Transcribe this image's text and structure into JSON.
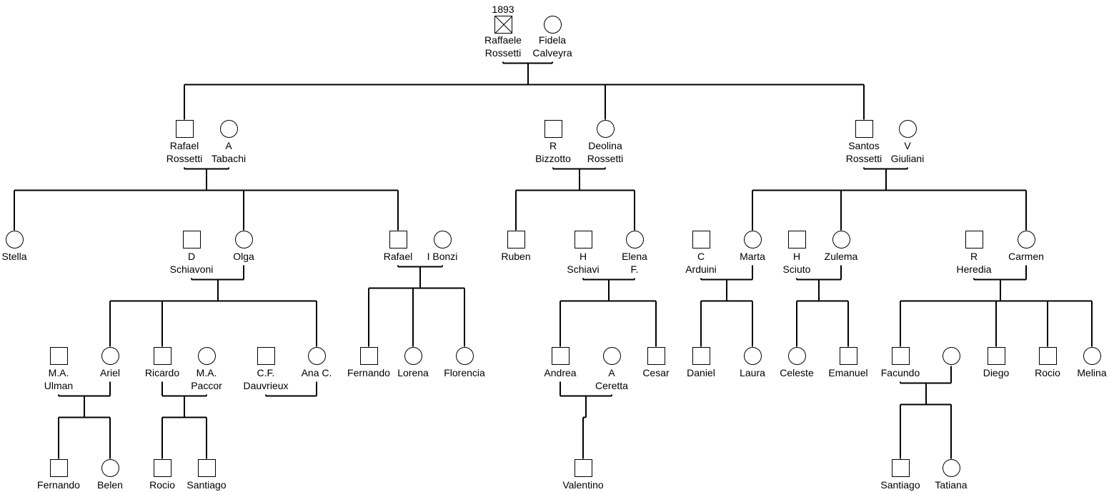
{
  "colors": {
    "line": "#000000",
    "background": "#ffffff"
  },
  "people": {
    "raffaele": {
      "name": [
        "Raffaele",
        "Rossetti"
      ],
      "sex": "male",
      "deceased": true,
      "year": "1893"
    },
    "fidela": {
      "name": [
        "Fidela",
        "Calveyra"
      ],
      "sex": "female"
    },
    "rafael_r": {
      "name": [
        "Rafael",
        "Rossetti"
      ],
      "sex": "male"
    },
    "a_tabachi": {
      "name": [
        "A",
        "Tabachi"
      ],
      "sex": "female"
    },
    "r_bizzotto": {
      "name": [
        "R",
        "Bizzotto"
      ],
      "sex": "male"
    },
    "deolina": {
      "name": [
        "Deolina",
        "Rossetti"
      ],
      "sex": "female"
    },
    "santos": {
      "name": [
        "Santos",
        "Rossetti"
      ],
      "sex": "male"
    },
    "v_giuliani": {
      "name": [
        "V",
        "Giuliani"
      ],
      "sex": "female"
    },
    "stella": {
      "name": [
        "Stella"
      ],
      "sex": "female"
    },
    "d_schiavoni": {
      "name": [
        "D",
        "Schiavoni"
      ],
      "sex": "male"
    },
    "olga": {
      "name": [
        "Olga"
      ],
      "sex": "female"
    },
    "rafael_jr": {
      "name": [
        "Rafael"
      ],
      "sex": "male"
    },
    "i_bonzi": {
      "name": [
        "I Bonzi"
      ],
      "sex": "female"
    },
    "ruben": {
      "name": [
        "Ruben"
      ],
      "sex": "male"
    },
    "h_schiavi": {
      "name": [
        "H",
        "Schiavi"
      ],
      "sex": "male"
    },
    "elena": {
      "name": [
        "Elena",
        "F."
      ],
      "sex": "female"
    },
    "c_arduini": {
      "name": [
        "C",
        "Arduini"
      ],
      "sex": "male"
    },
    "marta": {
      "name": [
        "Marta"
      ],
      "sex": "female"
    },
    "h_sciuto": {
      "name": [
        "H",
        "Sciuto"
      ],
      "sex": "male"
    },
    "zulema": {
      "name": [
        "Zulema"
      ],
      "sex": "female"
    },
    "r_heredia": {
      "name": [
        "R",
        "Heredia"
      ],
      "sex": "male"
    },
    "carmen": {
      "name": [
        "Carmen"
      ],
      "sex": "female"
    },
    "ma_ulman": {
      "name": [
        "M.A.",
        "Ulman"
      ],
      "sex": "male"
    },
    "ariel": {
      "name": [
        "Ariel"
      ],
      "sex": "female"
    },
    "ricardo": {
      "name": [
        "Ricardo"
      ],
      "sex": "male"
    },
    "ma_paccor": {
      "name": [
        "M.A.",
        "Paccor"
      ],
      "sex": "female"
    },
    "cf_dauvrieux": {
      "name": [
        "C.F.",
        "Dauvrieux"
      ],
      "sex": "male"
    },
    "ana_c": {
      "name": [
        "Ana C."
      ],
      "sex": "female"
    },
    "fernando_b": {
      "name": [
        "Fernando"
      ],
      "sex": "male"
    },
    "lorena": {
      "name": [
        "Lorena"
      ],
      "sex": "female"
    },
    "florencia": {
      "name": [
        "Florencia"
      ],
      "sex": "female"
    },
    "andrea": {
      "name": [
        "Andrea"
      ],
      "sex": "male"
    },
    "a_ceretta": {
      "name": [
        "A",
        "Ceretta"
      ],
      "sex": "female"
    },
    "cesar": {
      "name": [
        "Cesar"
      ],
      "sex": "male"
    },
    "daniel": {
      "name": [
        "Daniel"
      ],
      "sex": "male"
    },
    "laura": {
      "name": [
        "Laura"
      ],
      "sex": "female"
    },
    "celeste": {
      "name": [
        "Celeste"
      ],
      "sex": "female"
    },
    "emanuel": {
      "name": [
        "Emanuel"
      ],
      "sex": "male"
    },
    "facundo": {
      "name": [
        "Facundo"
      ],
      "sex": "male"
    },
    "facundo_wife": {
      "name": [],
      "sex": "female"
    },
    "diego": {
      "name": [
        "Diego"
      ],
      "sex": "male"
    },
    "rocio_h": {
      "name": [
        "Rocio"
      ],
      "sex": "male"
    },
    "melina": {
      "name": [
        "Melina"
      ],
      "sex": "female"
    },
    "fernando_u": {
      "name": [
        "Fernando"
      ],
      "sex": "male"
    },
    "belen": {
      "name": [
        "Belen"
      ],
      "sex": "female"
    },
    "rocio_r": {
      "name": [
        "Rocio"
      ],
      "sex": "male"
    },
    "santiago_r": {
      "name": [
        "Santiago"
      ],
      "sex": "male"
    },
    "valentino": {
      "name": [
        "Valentino"
      ],
      "sex": "male"
    },
    "santiago_f": {
      "name": [
        "Santiago"
      ],
      "sex": "male"
    },
    "tatiana": {
      "name": [
        "Tatiana"
      ],
      "sex": "female"
    }
  },
  "unions": [
    {
      "partners": [
        "raffaele",
        "fidela"
      ],
      "children": [
        "rafael_r",
        "deolina",
        "santos"
      ]
    },
    {
      "partners": [
        "rafael_r",
        "a_tabachi"
      ],
      "children": [
        "stella",
        "olga",
        "rafael_jr"
      ]
    },
    {
      "partners": [
        "r_bizzotto",
        "deolina"
      ],
      "children": [
        "ruben",
        "elena"
      ]
    },
    {
      "partners": [
        "santos",
        "v_giuliani"
      ],
      "children": [
        "marta",
        "zulema",
        "carmen"
      ]
    },
    {
      "partners": [
        "d_schiavoni",
        "olga"
      ],
      "children": [
        "ariel",
        "ricardo",
        "ana_c"
      ]
    },
    {
      "partners": [
        "rafael_jr",
        "i_bonzi"
      ],
      "children": [
        "fernando_b",
        "lorena",
        "florencia"
      ]
    },
    {
      "partners": [
        "h_schiavi",
        "elena"
      ],
      "children": [
        "andrea",
        "cesar"
      ]
    },
    {
      "partners": [
        "c_arduini",
        "marta"
      ],
      "children": [
        "daniel",
        "laura"
      ]
    },
    {
      "partners": [
        "h_sciuto",
        "zulema"
      ],
      "children": [
        "celeste",
        "emanuel"
      ]
    },
    {
      "partners": [
        "r_heredia",
        "carmen"
      ],
      "children": [
        "facundo",
        "diego",
        "rocio_h",
        "melina"
      ]
    },
    {
      "partners": [
        "ma_ulman",
        "ariel"
      ],
      "children": [
        "fernando_u",
        "belen"
      ]
    },
    {
      "partners": [
        "ricardo",
        "ma_paccor"
      ],
      "children": [
        "rocio_r",
        "santiago_r"
      ]
    },
    {
      "partners": [
        "cf_dauvrieux",
        "ana_c"
      ],
      "children": []
    },
    {
      "partners": [
        "andrea",
        "a_ceretta"
      ],
      "children": [
        "valentino"
      ]
    },
    {
      "partners": [
        "facundo",
        "facundo_wife"
      ],
      "children": [
        "santiago_f",
        "tatiana"
      ]
    }
  ]
}
